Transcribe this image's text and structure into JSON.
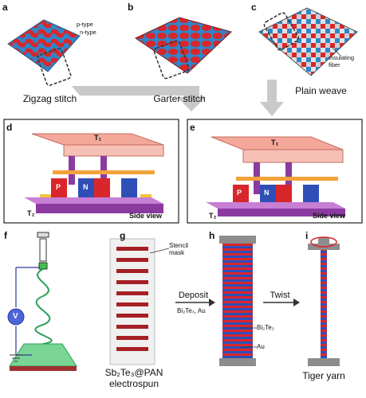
{
  "panels": {
    "a": {
      "letter": "a",
      "caption": "Zigzag stitch",
      "ptype": "p-type",
      "ntype": "n-type"
    },
    "b": {
      "letter": "b",
      "caption": "Garter stitch"
    },
    "c": {
      "letter": "c",
      "caption": "Plain weave",
      "fiber": "Insulating\nfiber"
    },
    "d": {
      "letter": "d",
      "t1": "T₁",
      "t2": "T₂",
      "p": "P",
      "n": "N",
      "side": "Side view"
    },
    "e": {
      "letter": "e",
      "t1": "T₁",
      "t2": "T₂",
      "p": "P",
      "n": "N",
      "side": "Side view"
    },
    "f": {
      "letter": "f",
      "v": "V"
    },
    "g": {
      "letter": "g",
      "mask": "Stencil\nmask",
      "bottom1": "Sb₂Te₃@PAN",
      "bottom2": "electrospun"
    },
    "h": {
      "letter": "h",
      "arrow1": "Deposit",
      "arrow2": "Bi₂Te₃, Au",
      "bite": "Bi₂Te₃",
      "au": "Au"
    },
    "i": {
      "letter": "i",
      "arrow": "Twist",
      "caption": "Tiger yarn"
    }
  },
  "colors": {
    "red": "#d9262c",
    "blue": "#2f86c8",
    "purple": "#8b3aa0",
    "peach": "#f3a89a",
    "gray": "#b9b9b9",
    "green": "#27a35a"
  }
}
